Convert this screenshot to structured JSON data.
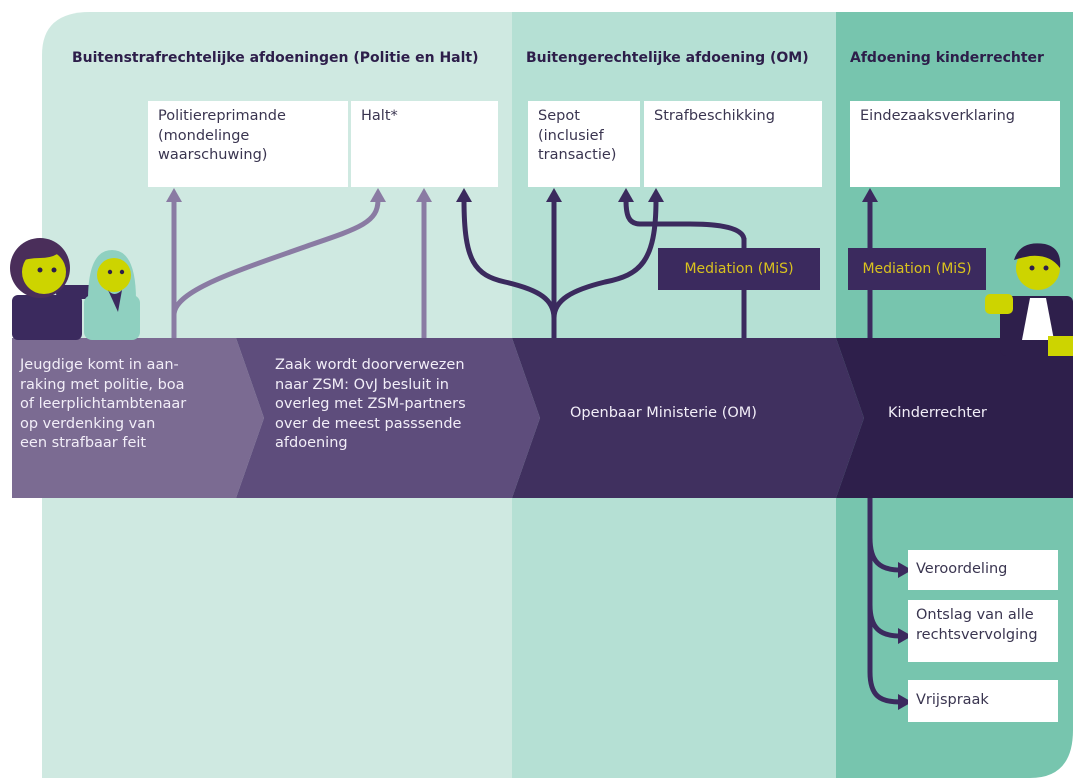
{
  "columns": {
    "buiten_strafrechtelijk": "Buitenstrafrechtelijke afdoeningen (Politie en Halt)",
    "buiten_gerechtelijk": "Buitengerechtelijke afdoening (OM)",
    "kinderrechter": "Afdoening kinderrechter"
  },
  "outcomes": {
    "politiereprimande": "Politiereprimande\n(mondelinge\nwaarschuwing)",
    "halt": "Halt*",
    "sepot": "Sepot\n(inclusief\ntransactie)",
    "strafbeschikking": "Strafbeschikking",
    "eindezaak": "Eindezaaksverklaring"
  },
  "mediation": {
    "om": "Mediation (MiS)",
    "kinderrechter": "Mediation (MiS)"
  },
  "process": {
    "step1": "Jeugdige komt in aan-\nraking met politie, boa\nof leerplichtambtenaar\nop verdenking van\neen strafbaar feit",
    "step2": "Zaak wordt doorverwezen\nnaar ZSM: OvJ besluit in\noverleg met ZSM-partners\nover de meest passsende\nafdoening",
    "step3": "Openbaar Ministerie (OM)",
    "step4": "Kinderrechter"
  },
  "results": {
    "veroordeling": "Veroordeling",
    "ontslag": "Ontslag van alle\nrechtsvervolging",
    "vrijspraak": "Vrijspraak"
  },
  "colors": {
    "col1_bg": "#cfe9e1",
    "col2_bg": "#b5e0d4",
    "col3_bg": "#77c5ae",
    "band1": "#7b6b92",
    "band2": "#5e4d7c",
    "band3": "#40305f",
    "band4": "#2e1f4b",
    "arrow_light": "#8a7ba3",
    "arrow_dark": "#3b2a5e",
    "mediation_text": "#d9c21e"
  }
}
